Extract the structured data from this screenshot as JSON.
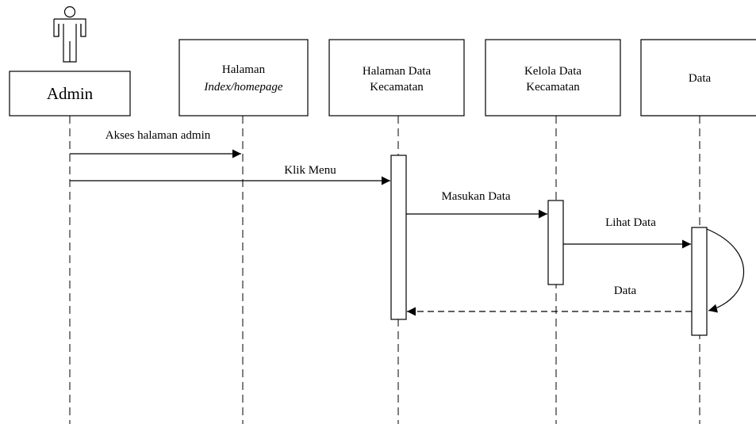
{
  "actor": {
    "label": "Admin"
  },
  "lifelines": {
    "index_page": {
      "line1": "Halaman",
      "line2": "Index/homepage"
    },
    "data_kecamatan_page": {
      "line1": "Halaman Data",
      "line2": "Kecamatan"
    },
    "kelola_data_kecamatan": {
      "line1": "Kelola Data",
      "line2": "Kecamatan"
    },
    "data_store": {
      "line1": "Data"
    }
  },
  "messages": {
    "akses_halaman_admin": "Akses halaman admin",
    "klik_menu": "Klik Menu",
    "masukan_data": "Masukan Data",
    "lihat_data": "Lihat Data",
    "data_return": "Data"
  }
}
